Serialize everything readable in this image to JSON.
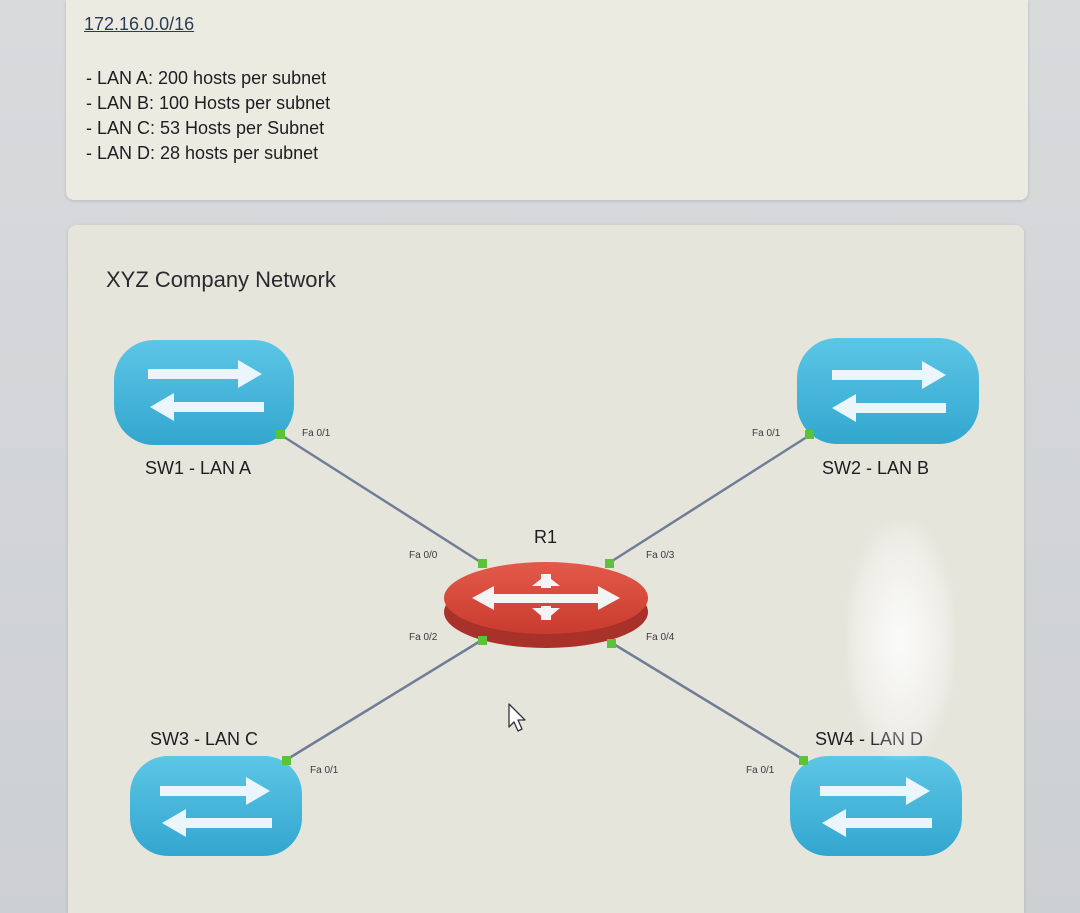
{
  "requirements": {
    "network": "172.16.0.0/16",
    "items": [
      "- LAN A: 200 hosts per subnet",
      "- LAN B: 100 Hosts per subnet",
      "- LAN C: 53 Hosts per Subnet",
      "- LAN D: 28 hosts per subnet"
    ]
  },
  "diagram": {
    "title": "XYZ Company Network",
    "router": {
      "name": "R1",
      "color": "#d9483b",
      "ports": [
        "Fa 0/0",
        "Fa 0/3",
        "Fa 0/2",
        "Fa 0/4"
      ]
    },
    "switch_color": "#3fb0d6",
    "link_color": "#6f7d96",
    "port_dot_color": "#5cc23a",
    "switches": [
      {
        "name": "SW1 - LAN A",
        "port": "Fa 0/1"
      },
      {
        "name": "SW2 - LAN B",
        "port": "Fa 0/1"
      },
      {
        "name": "SW3 - LAN C",
        "port": "Fa 0/1"
      },
      {
        "name": "SW4 - LAN D",
        "port": "Fa 0/1"
      }
    ]
  }
}
